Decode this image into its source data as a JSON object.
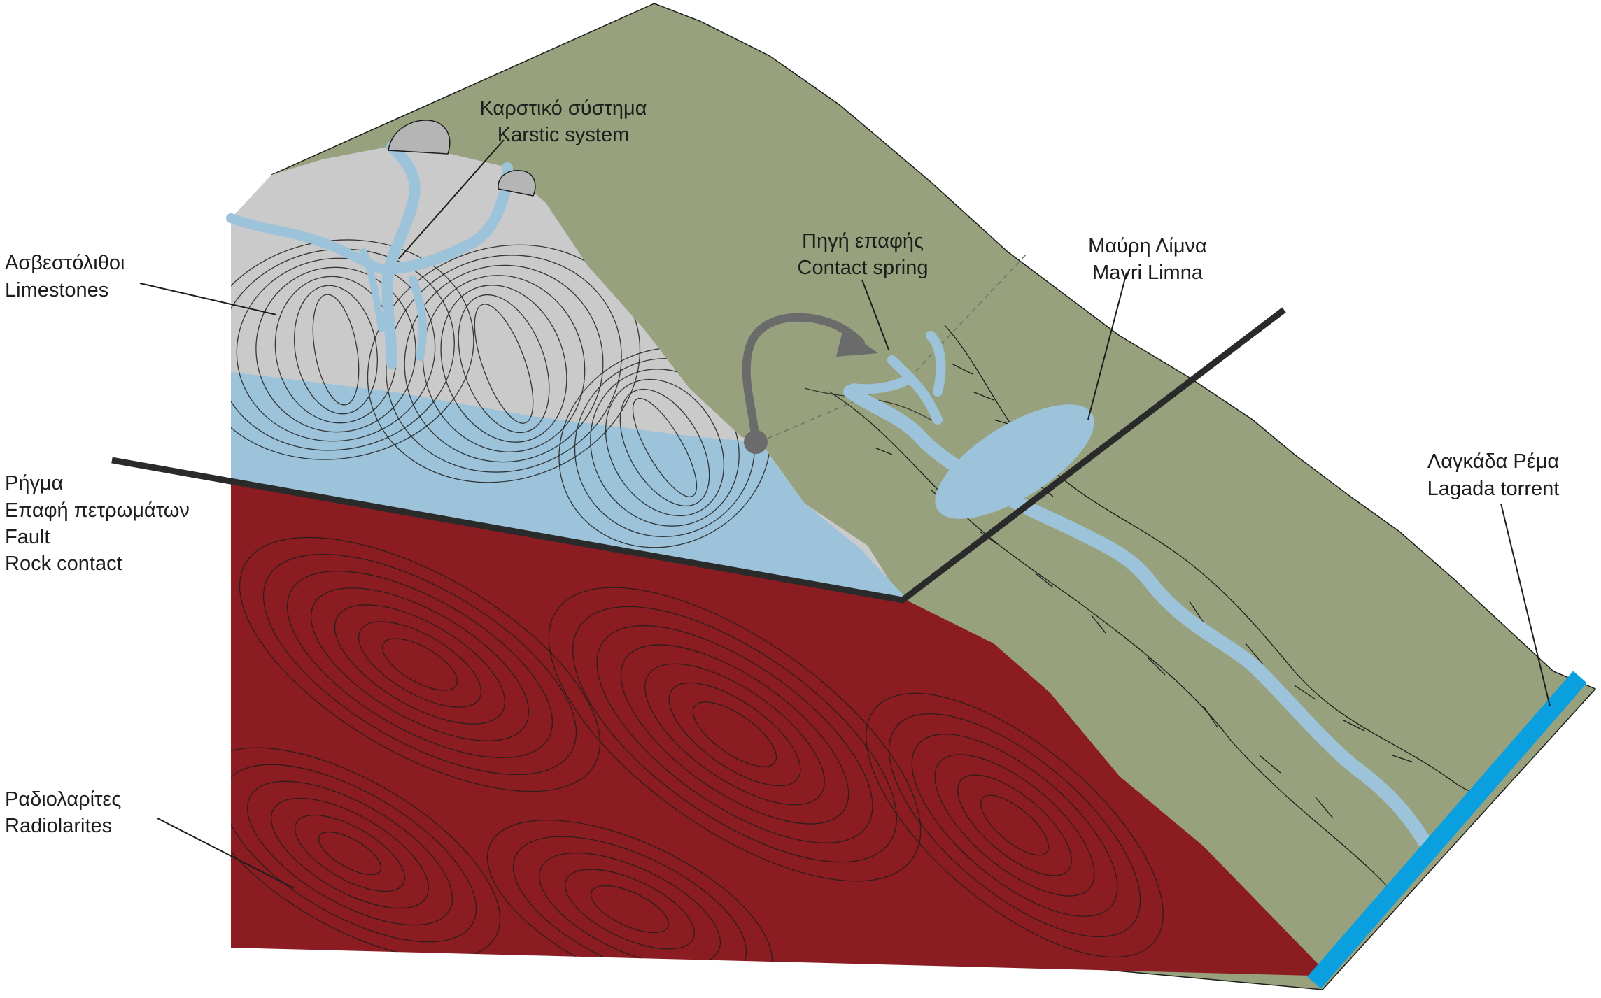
{
  "labels": {
    "karstic": {
      "gr": "Καρστικό σύστημα",
      "en": "Karstic system"
    },
    "limestones": {
      "gr": "Ασβεστόλιθοι",
      "en": "Limestones"
    },
    "contact_spring": {
      "gr": "Πηγή επαφής",
      "en": "Contact spring"
    },
    "mavri_limna": {
      "gr": "Μαύρη Λίμνα",
      "en": "Mavri Limna"
    },
    "fault": {
      "line1": "Ρήγμα",
      "line2": "Επαφή πετρωμάτων",
      "line3": "Fault",
      "line4": "Rock contact"
    },
    "lagada": {
      "gr": "Λαγκάδα Ρέμα",
      "en": "Lagada torrent"
    },
    "radiolarites": {
      "gr": "Ραδιολαρίτες",
      "en": "Radiolarites"
    }
  },
  "colors": {
    "mountain": "#98a17e",
    "limestone": "#cacaca",
    "groundwater": "#9cc3d9",
    "radiolarite": "#8b1d22",
    "torrent": "#0aa0e0",
    "fault": "#2a2a2a",
    "arrow": "#6b6b6b"
  }
}
